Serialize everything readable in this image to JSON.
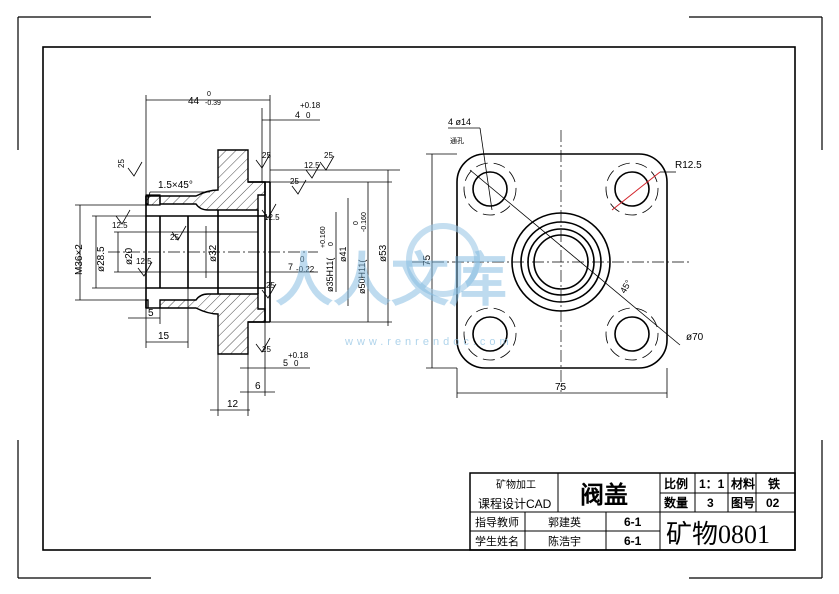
{
  "dimensions": {
    "length_44": "44",
    "length_44_tol_upper": "0",
    "length_44_tol_lower": "-0.39",
    "groove_4": "4",
    "groove_4_tol_upper": "+0.18",
    "groove_4_tol_lower": "0",
    "chamfer": "1.5×45°",
    "thread": "M36×2",
    "dia_28_5": "ø28.5",
    "dia_20": "ø20",
    "dia_32": "ø32",
    "dia_35": "ø35H11(",
    "dia_35_tol_upper": "+0.160",
    "dia_35_tol_lower": "0",
    "dia_41": "ø41",
    "dia_50": "ø50H11(",
    "dia_50_tol_upper": "0",
    "dia_50_tol_lower": "-0.160",
    "dia_53": "ø53",
    "len_7": "7",
    "len_7_tol_upper": "0",
    "len_7_tol_lower": "-0.22",
    "len_5": "5",
    "len_15": "15",
    "len_5_bottom": "5",
    "len_5_bottom_tol_upper": "+0.18",
    "len_5_bottom_tol_lower": "0",
    "len_6": "6",
    "len_12": "12",
    "holes": "4 ø14",
    "holes_note": "通孔",
    "radius": "R12.5",
    "bolt_circle": "ø70",
    "angle": "45°",
    "width_75": "75",
    "height_75": "75"
  },
  "roughness": {
    "r1": "25",
    "r2": "25",
    "r3": "12.5",
    "r4": "25",
    "r5": "25",
    "r6": "12.5",
    "r7": "25",
    "r8": "12.5",
    "r9": "25",
    "r10": "12.5",
    "r11": "25"
  },
  "title_block": {
    "project_line1": "矿物加工",
    "project_line2": "课程设计CAD",
    "part_name": "阀盖",
    "scale_label": "比例",
    "scale_value": "1：1",
    "material_label": "材料",
    "material_value": "铁",
    "qty_label": "数量",
    "qty_value": "3",
    "drawing_no_label": "图号",
    "drawing_no_value": "02",
    "instructor_label": "指导教师",
    "instructor_name": "郭建英",
    "instructor_room": "6-1",
    "student_label": "学生姓名",
    "student_name": "陈浩宇",
    "student_room": "6-1",
    "class_name": "矿物0801"
  },
  "watermark": {
    "text": "人人文库",
    "url": "www.renrendoc.com"
  }
}
